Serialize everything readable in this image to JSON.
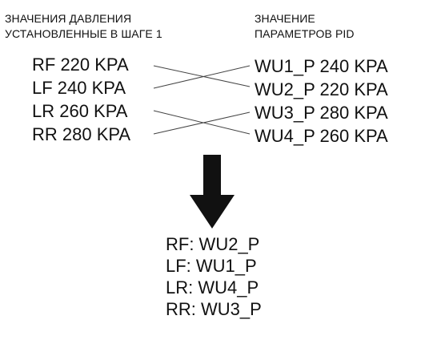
{
  "header_left": {
    "line1": "ЗНАЧЕНИЯ ДАВЛЕНИЯ",
    "line2": "УСТАНОВЛЕННЫЕ В ШАГЕ 1"
  },
  "header_right": {
    "line1": "ЗНАЧЕНИЕ",
    "line2": "ПАРАМЕТРОВ PID"
  },
  "left_items": [
    "RF 220 KPA",
    "LF 240 KPA",
    "LR 260 KPA",
    "RR 280 KPA"
  ],
  "right_items": [
    "WU1_P 240 KPA",
    "WU2_P 220 KPA",
    "WU3_P 280 KPA",
    "WU4_P 260 KPA"
  ],
  "result_items": [
    "RF: WU2_P",
    "LF: WU1_P",
    "LR: WU4_P",
    "RR: WU3_P"
  ],
  "links": [
    {
      "from": "RF 220 KPA",
      "to": "WU2_P 220 KPA"
    },
    {
      "from": "LF 240 KPA",
      "to": "WU1_P 240 KPA"
    },
    {
      "from": "LR 260 KPA",
      "to": "WU4_P 260 KPA"
    },
    {
      "from": "RR 280 KPA",
      "to": "WU3_P 280 KPA"
    }
  ],
  "colors": {
    "text": "#111111",
    "line": "#444444",
    "arrow": "#111111"
  },
  "arrow_icon": "down-arrow-icon"
}
